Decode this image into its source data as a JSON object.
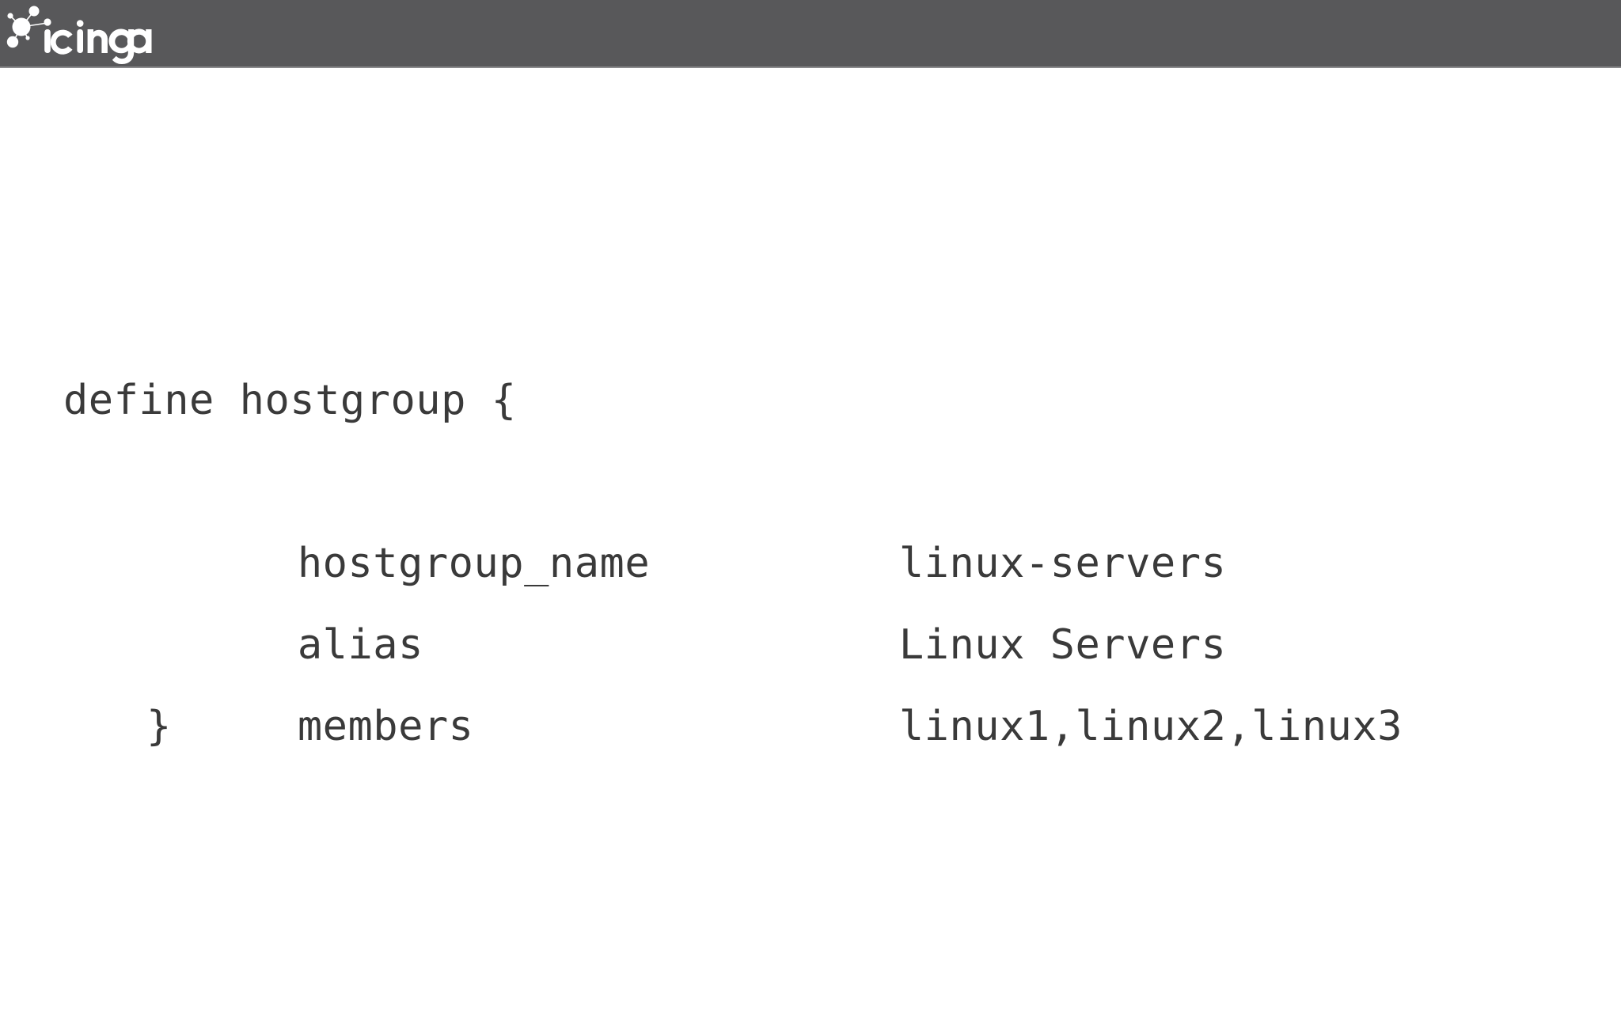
{
  "brand": {
    "name": "icinga",
    "wordmark": "icinga",
    "bar_color": "#58585a",
    "bar_border_color": "#8a8a8c",
    "logo_color": "#ffffff"
  },
  "page": {
    "background_color": "#ffffff",
    "text_color": "#3a3a3a"
  },
  "code": {
    "language": "nagios-object-config",
    "open_line": "define hostgroup {",
    "close_line": "}",
    "directives": [
      {
        "key": "hostgroup_name",
        "value": "linux-servers"
      },
      {
        "key": "alias",
        "value": "Linux Servers"
      },
      {
        "key": "members",
        "value": "linux1,linux2,linux3"
      }
    ]
  }
}
